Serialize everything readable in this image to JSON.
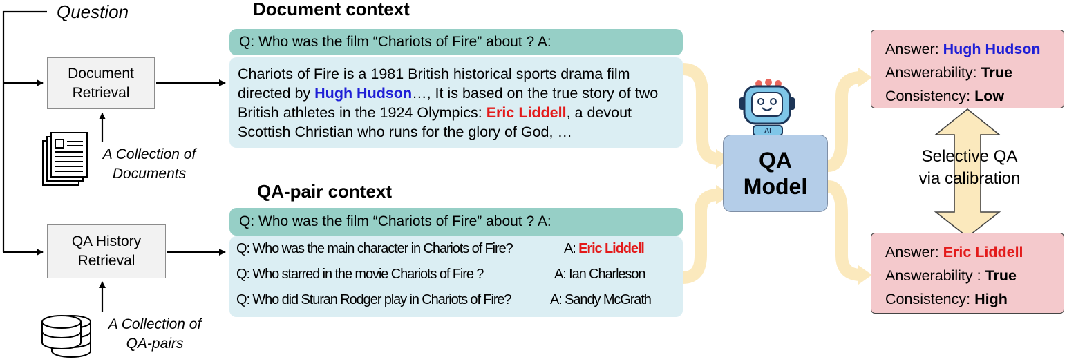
{
  "question_label": "Question",
  "doc_retrieval": {
    "line1": "Document",
    "line2": "Retrieval"
  },
  "doc_collection": {
    "line1": "A Collection of",
    "line2": "Documents"
  },
  "qa_retrieval": {
    "line1": "QA History",
    "line2": "Retrieval"
  },
  "qa_collection": {
    "line1": "A Collection of",
    "line2": "QA-pairs"
  },
  "document_context": {
    "title": "Document context",
    "query": "Q: Who was the film “Chariots of Fire” about ?  A:",
    "text_1": "Chariots of Fire is a 1981 British historical sports drama film directed by ",
    "highlight_1": "Hugh Hudson",
    "text_2": "…, It is based on the true story of two British athletes in the 1924 Olympics: ",
    "highlight_2": "Eric Liddell",
    "text_3": ", a devout Scottish Christian who runs for the glory of God, …"
  },
  "qa_pair_context": {
    "title": "QA-pair context",
    "query": "Q: Who was the film “Chariots of Fire” about ? A:",
    "rows": [
      {
        "q": "Q: Who was the main character in Chariots of Fire?",
        "a_prefix": "A: ",
        "a": "Eric Liddell"
      },
      {
        "q": "Q: Who starred in the movie Chariots of Fire ?",
        "a_prefix": "A: ",
        "a": "Ian Charleson"
      },
      {
        "q": "Q: Who did Sturan Rodger play in Chariots of Fire?",
        "a_prefix": "A: ",
        "a": "Sandy McGrath"
      }
    ]
  },
  "qa_model": {
    "line1": "QA",
    "line2": "Model",
    "robot_badge": "AI"
  },
  "result_top": {
    "answer_label": "Answer: ",
    "answer": "Hugh Hudson",
    "answerability_label": "Answerability: ",
    "answerability": "True",
    "consistency_label": "Consistency: ",
    "consistency": "Low"
  },
  "result_bottom": {
    "answer_label": "Answer: ",
    "answer": "Eric Liddell",
    "answerability_label": "Answerability : ",
    "answerability": "True",
    "consistency_label": "Consistency: ",
    "consistency": "High"
  },
  "selective": {
    "line1": "Selective QA",
    "line2": "via calibration"
  },
  "colors": {
    "highlight_blue": "#1f1fd6",
    "highlight_red": "#e31a1a",
    "query_bar": "#96cfc6",
    "context_box": "#dbeef3",
    "qa_model": "#b4cde8",
    "answer_box": "#f4c9cc",
    "flow_arrow": "#fbe9bd"
  }
}
